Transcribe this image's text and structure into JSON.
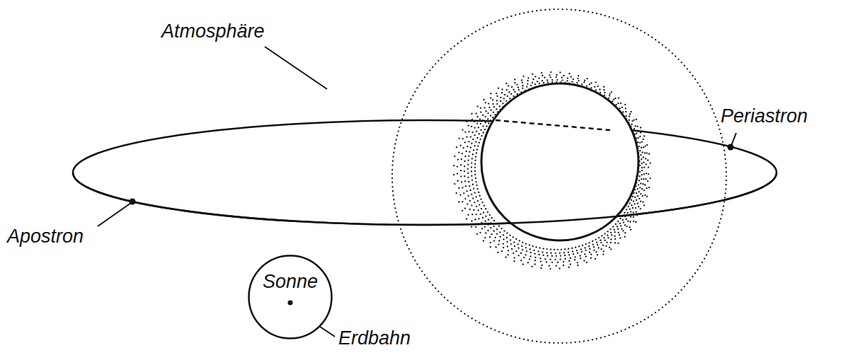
{
  "diagram": {
    "nodes": [
      {
        "text": [
          "Sonne",
          "Erdbahn"
        ]
      }
    ],
    "labels": [
      "Atmosphäre",
      "Periastron",
      "Apostron"
    ]
  }
}
